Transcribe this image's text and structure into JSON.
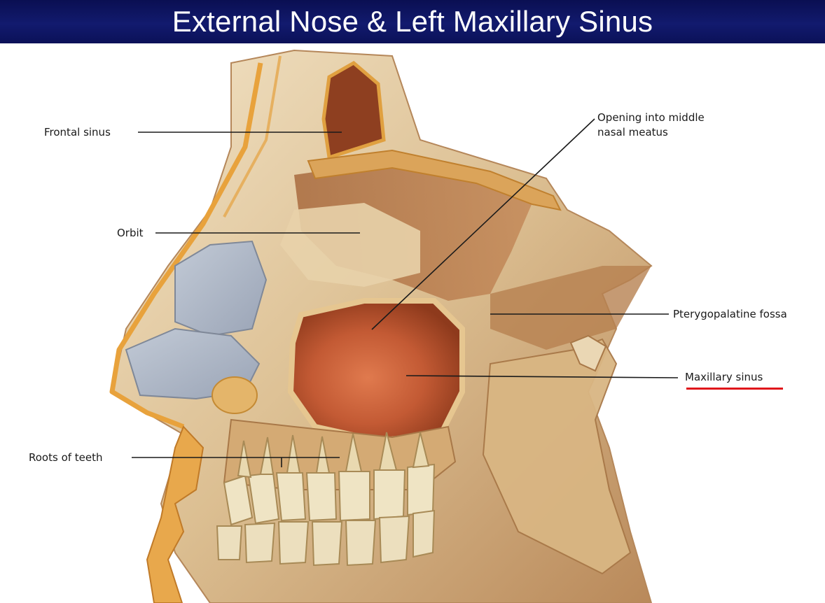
{
  "title": "External Nose & Left Maxillary Sinus",
  "labels": {
    "frontal_sinus": "Frontal sinus",
    "orbit": "Orbit",
    "roots_of_teeth": "Roots of teeth",
    "opening_line1": "Opening into middle",
    "opening_line2": "nasal meatus",
    "pterygopalatine_fossa": "Pterygopalatine fossa",
    "maxillary_sinus": "Maxillary sinus"
  },
  "colors": {
    "title_bar": "#121a6e",
    "highlight_underline": "#e0161b",
    "bone": "#e9d6b4",
    "sinus": "#b44a28",
    "cartilage": "#aab4c4"
  }
}
